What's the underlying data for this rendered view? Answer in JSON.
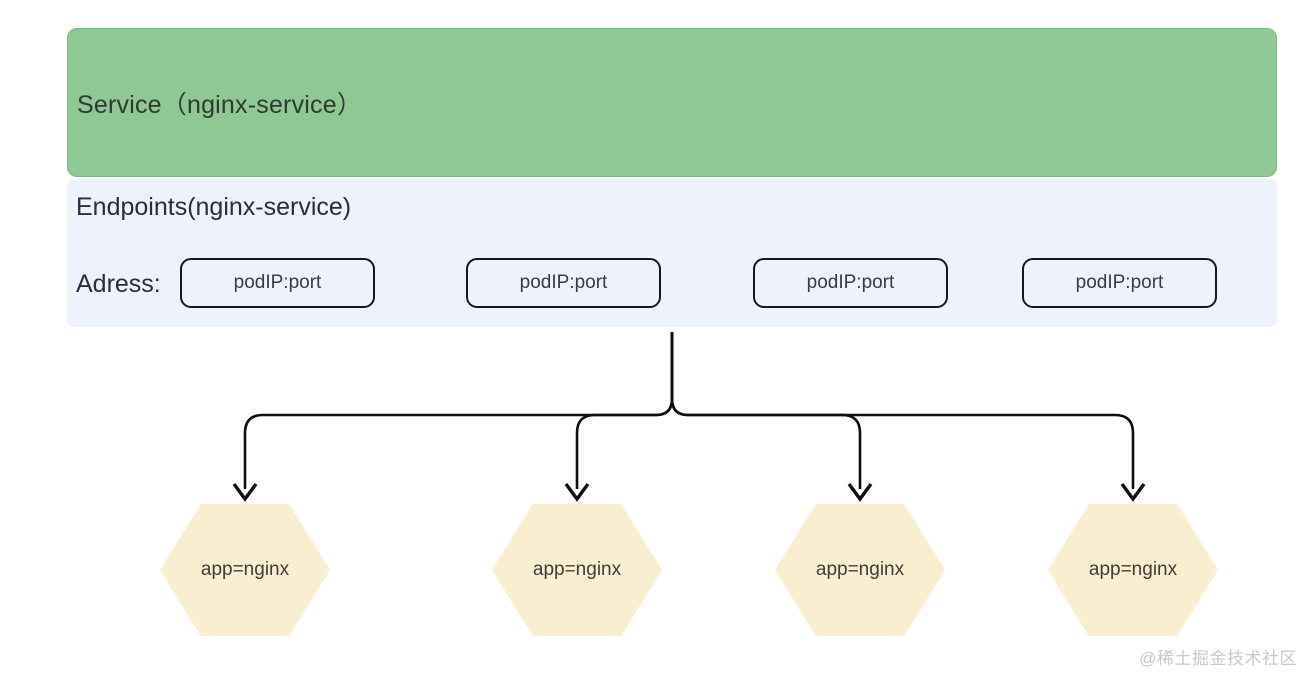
{
  "service": {
    "label": "Service（nginx-service）"
  },
  "endpoints": {
    "title": "Endpoints(nginx-service)",
    "address_label": "Adress:",
    "addresses": [
      "podIP:port",
      "podIP:port",
      "podIP:port",
      "podIP:port"
    ]
  },
  "pod_labels": [
    "app=nginx",
    "app=nginx",
    "app=nginx",
    "app=nginx"
  ],
  "watermark": "@稀土掘金技术社区",
  "colors": {
    "service_fill": "#8fc795",
    "service_border": "#7fb687",
    "panel_fill": "#eef2fb",
    "hex_fill": "#faeed0",
    "line_color": "#0f0f0f",
    "box_border": "#15181e",
    "text_dark_green": "#2e3b31",
    "text_dark": "#282e3a",
    "pod_text": "#353b47",
    "hex_text": "#3e3d3a",
    "watermark_color": "#c9c9c9"
  }
}
